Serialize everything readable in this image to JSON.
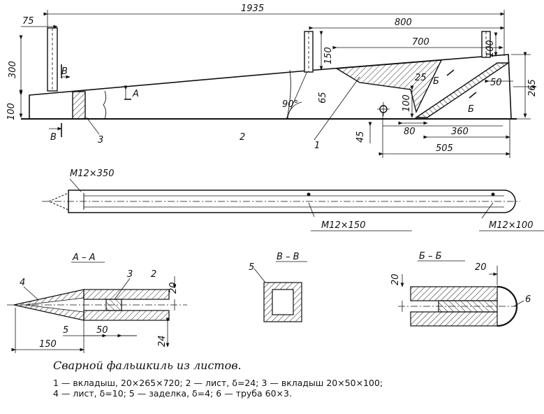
{
  "dims": {
    "overall": "1935",
    "left_width": "75",
    "left_h": "300",
    "left_low": "100",
    "right_span": "800",
    "insert_len": "700",
    "post_h": "150",
    "tip_h": "100",
    "mid_h": "65",
    "angle": "90°",
    "h25": "25",
    "h100": "100",
    "w50": "50",
    "h265": "265",
    "w80": "80",
    "w360": "360",
    "w505": "505",
    "h45": "45"
  },
  "callouts": {
    "c1": "1",
    "c2": "2",
    "c3": "3",
    "section_a": "A",
    "section_b": "B",
    "section_b2": "B",
    "section_6a": "Б",
    "section_6b": "Б"
  },
  "plan": {
    "m1": "M12×350",
    "m2": "M12×150",
    "m3": "M12×100"
  },
  "sections": {
    "aa_title": "A – A",
    "aa_4": "4",
    "aa_3": "3",
    "aa_2": "2",
    "aa_20": "20",
    "aa_5": "5",
    "aa_50": "50",
    "aa_24": "24",
    "aa_150": "150",
    "bb_title": "В – В",
    "bb_5": "5",
    "bbb_title": "Б – Б",
    "bbb_20a": "20",
    "bbb_20b": "20",
    "bbb_6": "6"
  },
  "caption": {
    "title": "Сварной фальшкиль из листов.",
    "line1": "1 — вкладыш,  20×265×720;  2 — лист,  δ=24;  3 — вкладыш  20×50×100;",
    "line2": "4 — лист,  δ=10;  5 — заделка,  δ=4;  6 — труба  60×3."
  }
}
